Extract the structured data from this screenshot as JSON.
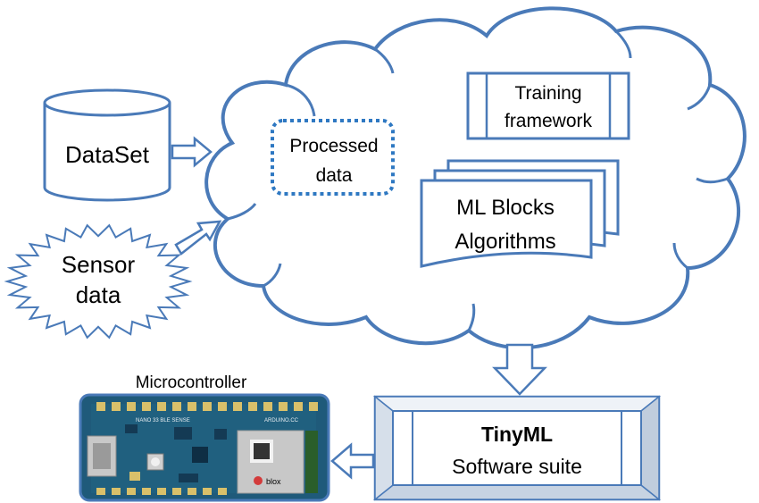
{
  "colors": {
    "stroke": "#4a7ab8",
    "dotted": "#2e78c2",
    "board_bg": "#1f5a7a",
    "board_dark": "#143a54",
    "pins": "#d9c06a",
    "chip": "#c8c8c8"
  },
  "dataset": {
    "label": "DataSet"
  },
  "sensor": {
    "line1": "Sensor",
    "line2": "data"
  },
  "processed": {
    "line1": "Processed",
    "line2": "data"
  },
  "training": {
    "line1": "Training",
    "line2": "framework"
  },
  "ml": {
    "line1": "ML Blocks",
    "line2": "Algorithms"
  },
  "tinyml": {
    "title": "TinyML",
    "subtitle": "Software suite"
  },
  "microcontroller": {
    "label": "Microcontroller",
    "board_text": "NANO 33 BLE SENSE",
    "brand": "ARDUINO.CC",
    "module": "blox"
  }
}
